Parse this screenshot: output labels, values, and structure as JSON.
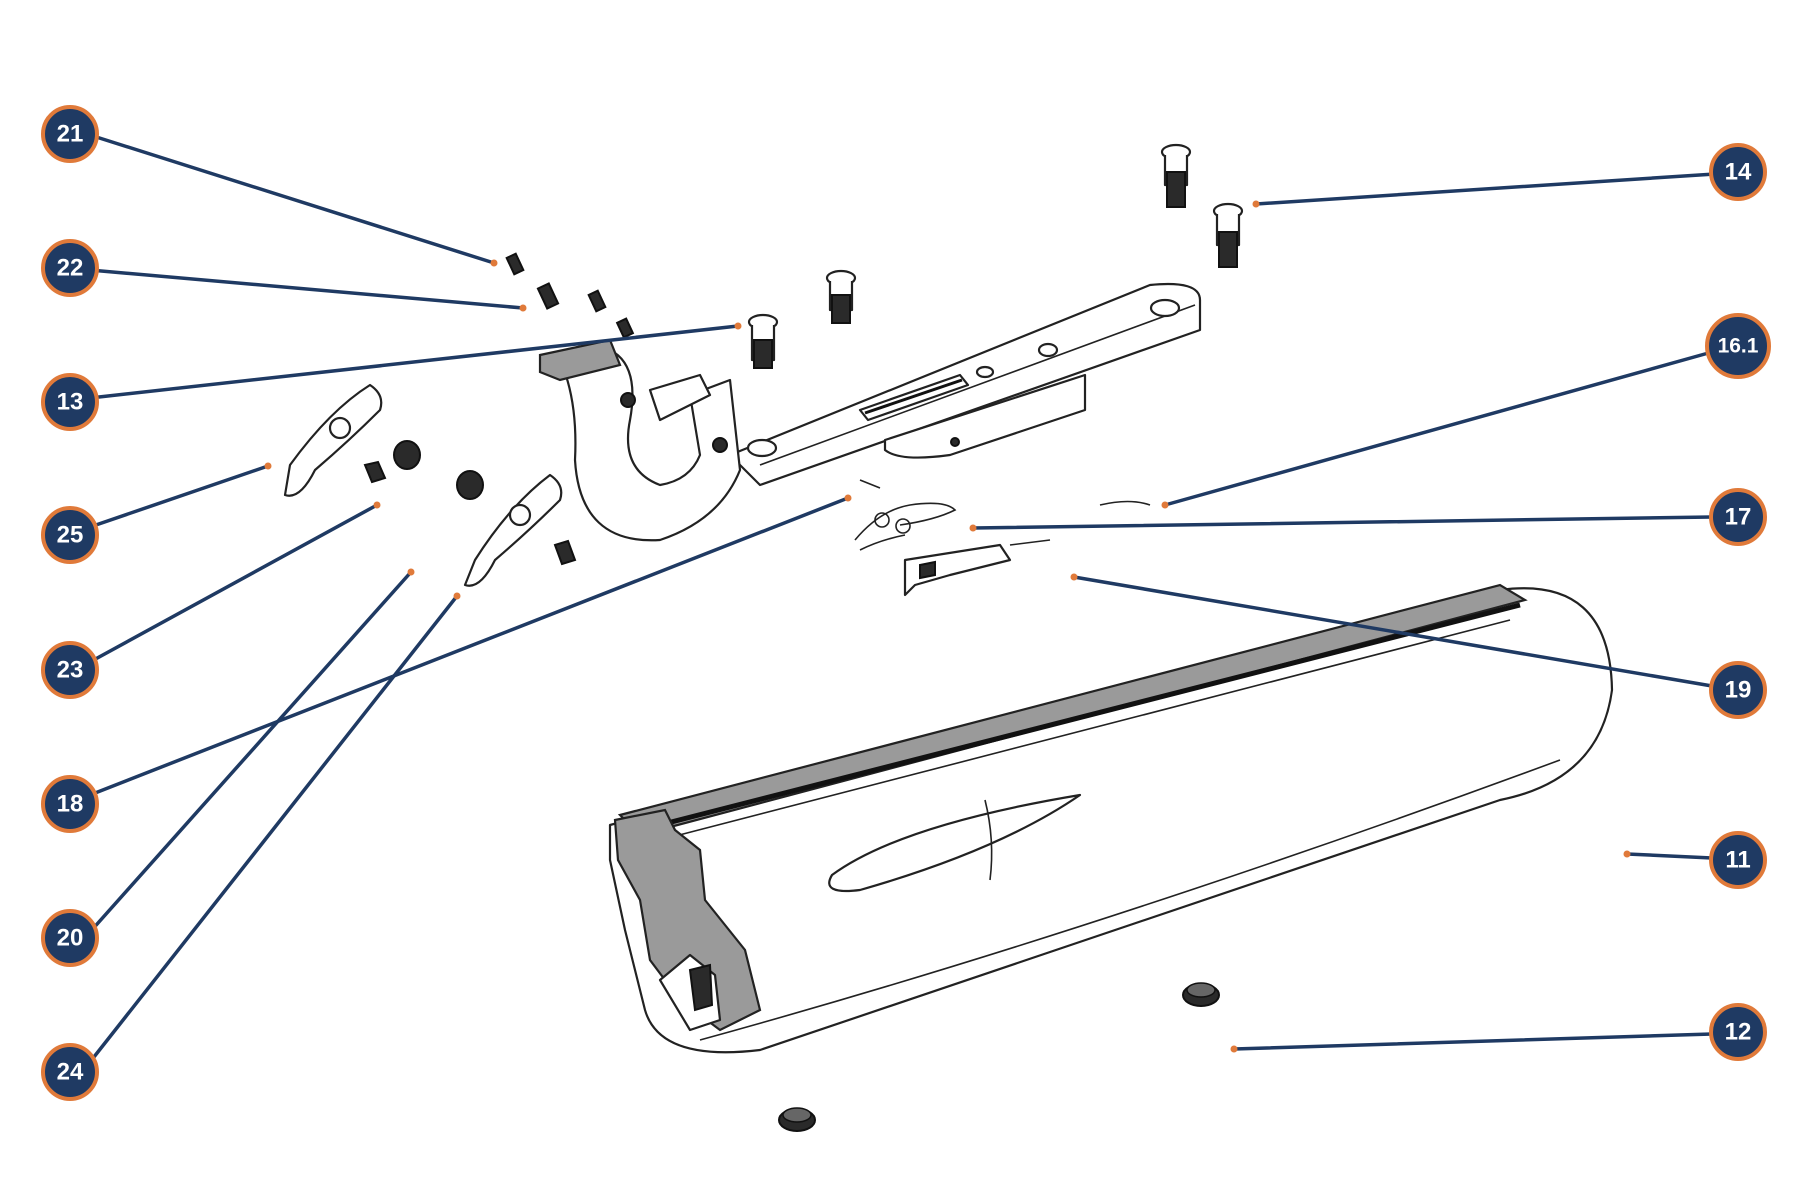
{
  "diagram": {
    "callouts": [
      {
        "id": "c21",
        "label": "21"
      },
      {
        "id": "c22",
        "label": "22"
      },
      {
        "id": "c13",
        "label": "13"
      },
      {
        "id": "c25",
        "label": "25"
      },
      {
        "id": "c23",
        "label": "23"
      },
      {
        "id": "c18",
        "label": "18"
      },
      {
        "id": "c20",
        "label": "20"
      },
      {
        "id": "c24",
        "label": "24"
      },
      {
        "id": "c14",
        "label": "14"
      },
      {
        "id": "c16_1",
        "label": "16.1"
      },
      {
        "id": "c17",
        "label": "17"
      },
      {
        "id": "c19",
        "label": "19"
      },
      {
        "id": "c11",
        "label": "11"
      },
      {
        "id": "c12",
        "label": "12"
      }
    ],
    "colors": {
      "badge_fill": "#1f3a63",
      "badge_ring": "#e07a3a",
      "leader": "#1f3a63",
      "anchor_dot": "#e07a3a"
    }
  }
}
